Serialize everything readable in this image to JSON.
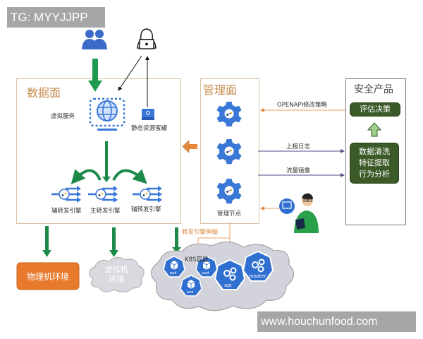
{
  "watermark_top": "TG: MYYJJPP",
  "watermark_bottom": "www.houchunfood.com",
  "data_plane": {
    "title": "数据面",
    "virtual_service": "虚拟服务",
    "static_honeypot": "静态资源蜜罐",
    "engines": [
      "辅转发引擎",
      "主转发引擎",
      "辅转发引擎"
    ]
  },
  "mgmt_plane": {
    "title": "管理面",
    "node_label": "管理节点"
  },
  "security": {
    "title": "安全产品",
    "decision": "评估决策",
    "analysis_lines": [
      "数据清洗",
      "特征提取",
      "行为分析"
    ]
  },
  "edges": {
    "openapi": "OPENAPI修改策略",
    "report_log": "上报日志",
    "traffic_mirror": "流量镜像",
    "engine_scaling": "转发引擎伸缩"
  },
  "environments": {
    "physical": "物理机环境",
    "virtual": [
      "虚拟机",
      "环境"
    ],
    "k8s": "K8S容器",
    "pod_labels": [
      "pod",
      "pod",
      "pod"
    ],
    "api": "api",
    "master": "master"
  },
  "colors": {
    "green_arrow": "#1e8a4a",
    "blue_icon": "#3a78d8",
    "orange": "#e8883a",
    "dark_green": "#3b5a28",
    "purple_line": "#5a4a8a"
  }
}
